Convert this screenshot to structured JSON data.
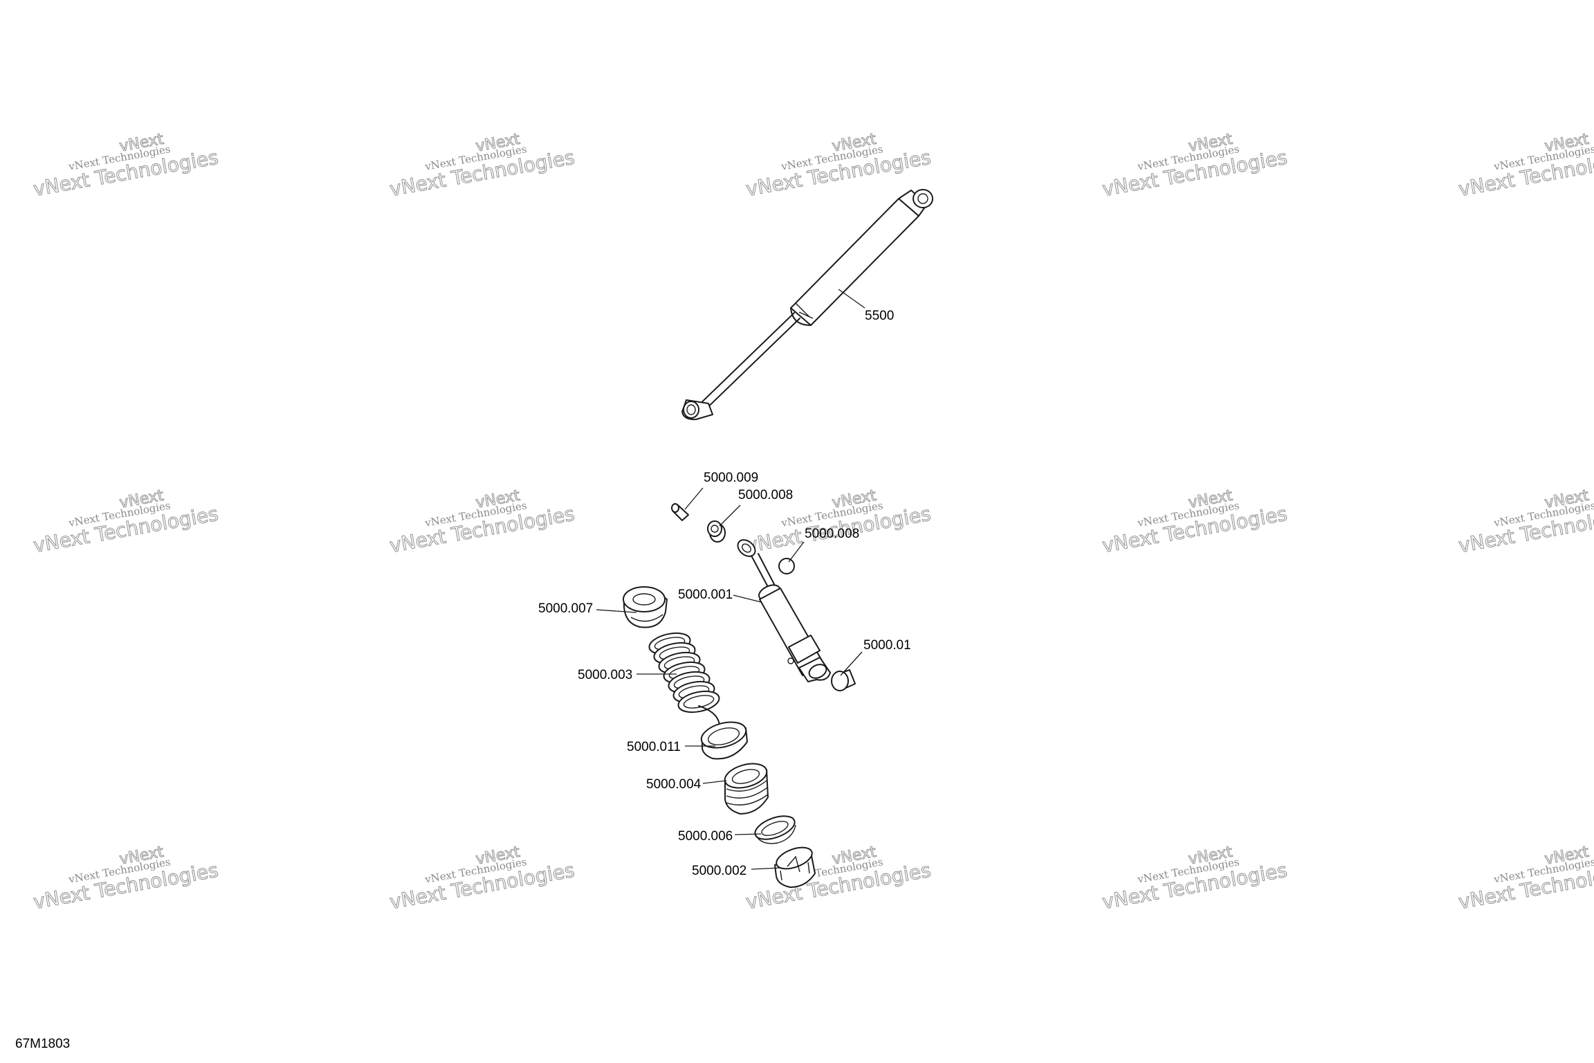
{
  "watermark": {
    "line1": "vNext Technologies",
    "line2": "vNext Technologies",
    "line3": "vNext"
  },
  "figure_id": "67M1803",
  "callouts": {
    "c5500": "5500",
    "c009": "5000.009",
    "c008a": "5000.008",
    "c008b": "5000.008",
    "c001": "5000.001",
    "c01": "5000.01",
    "c007": "5000.007",
    "c003": "5000.003",
    "c011": "5000.011",
    "c004": "5000.004",
    "c006": "5000.006",
    "c002": "5000.002"
  }
}
